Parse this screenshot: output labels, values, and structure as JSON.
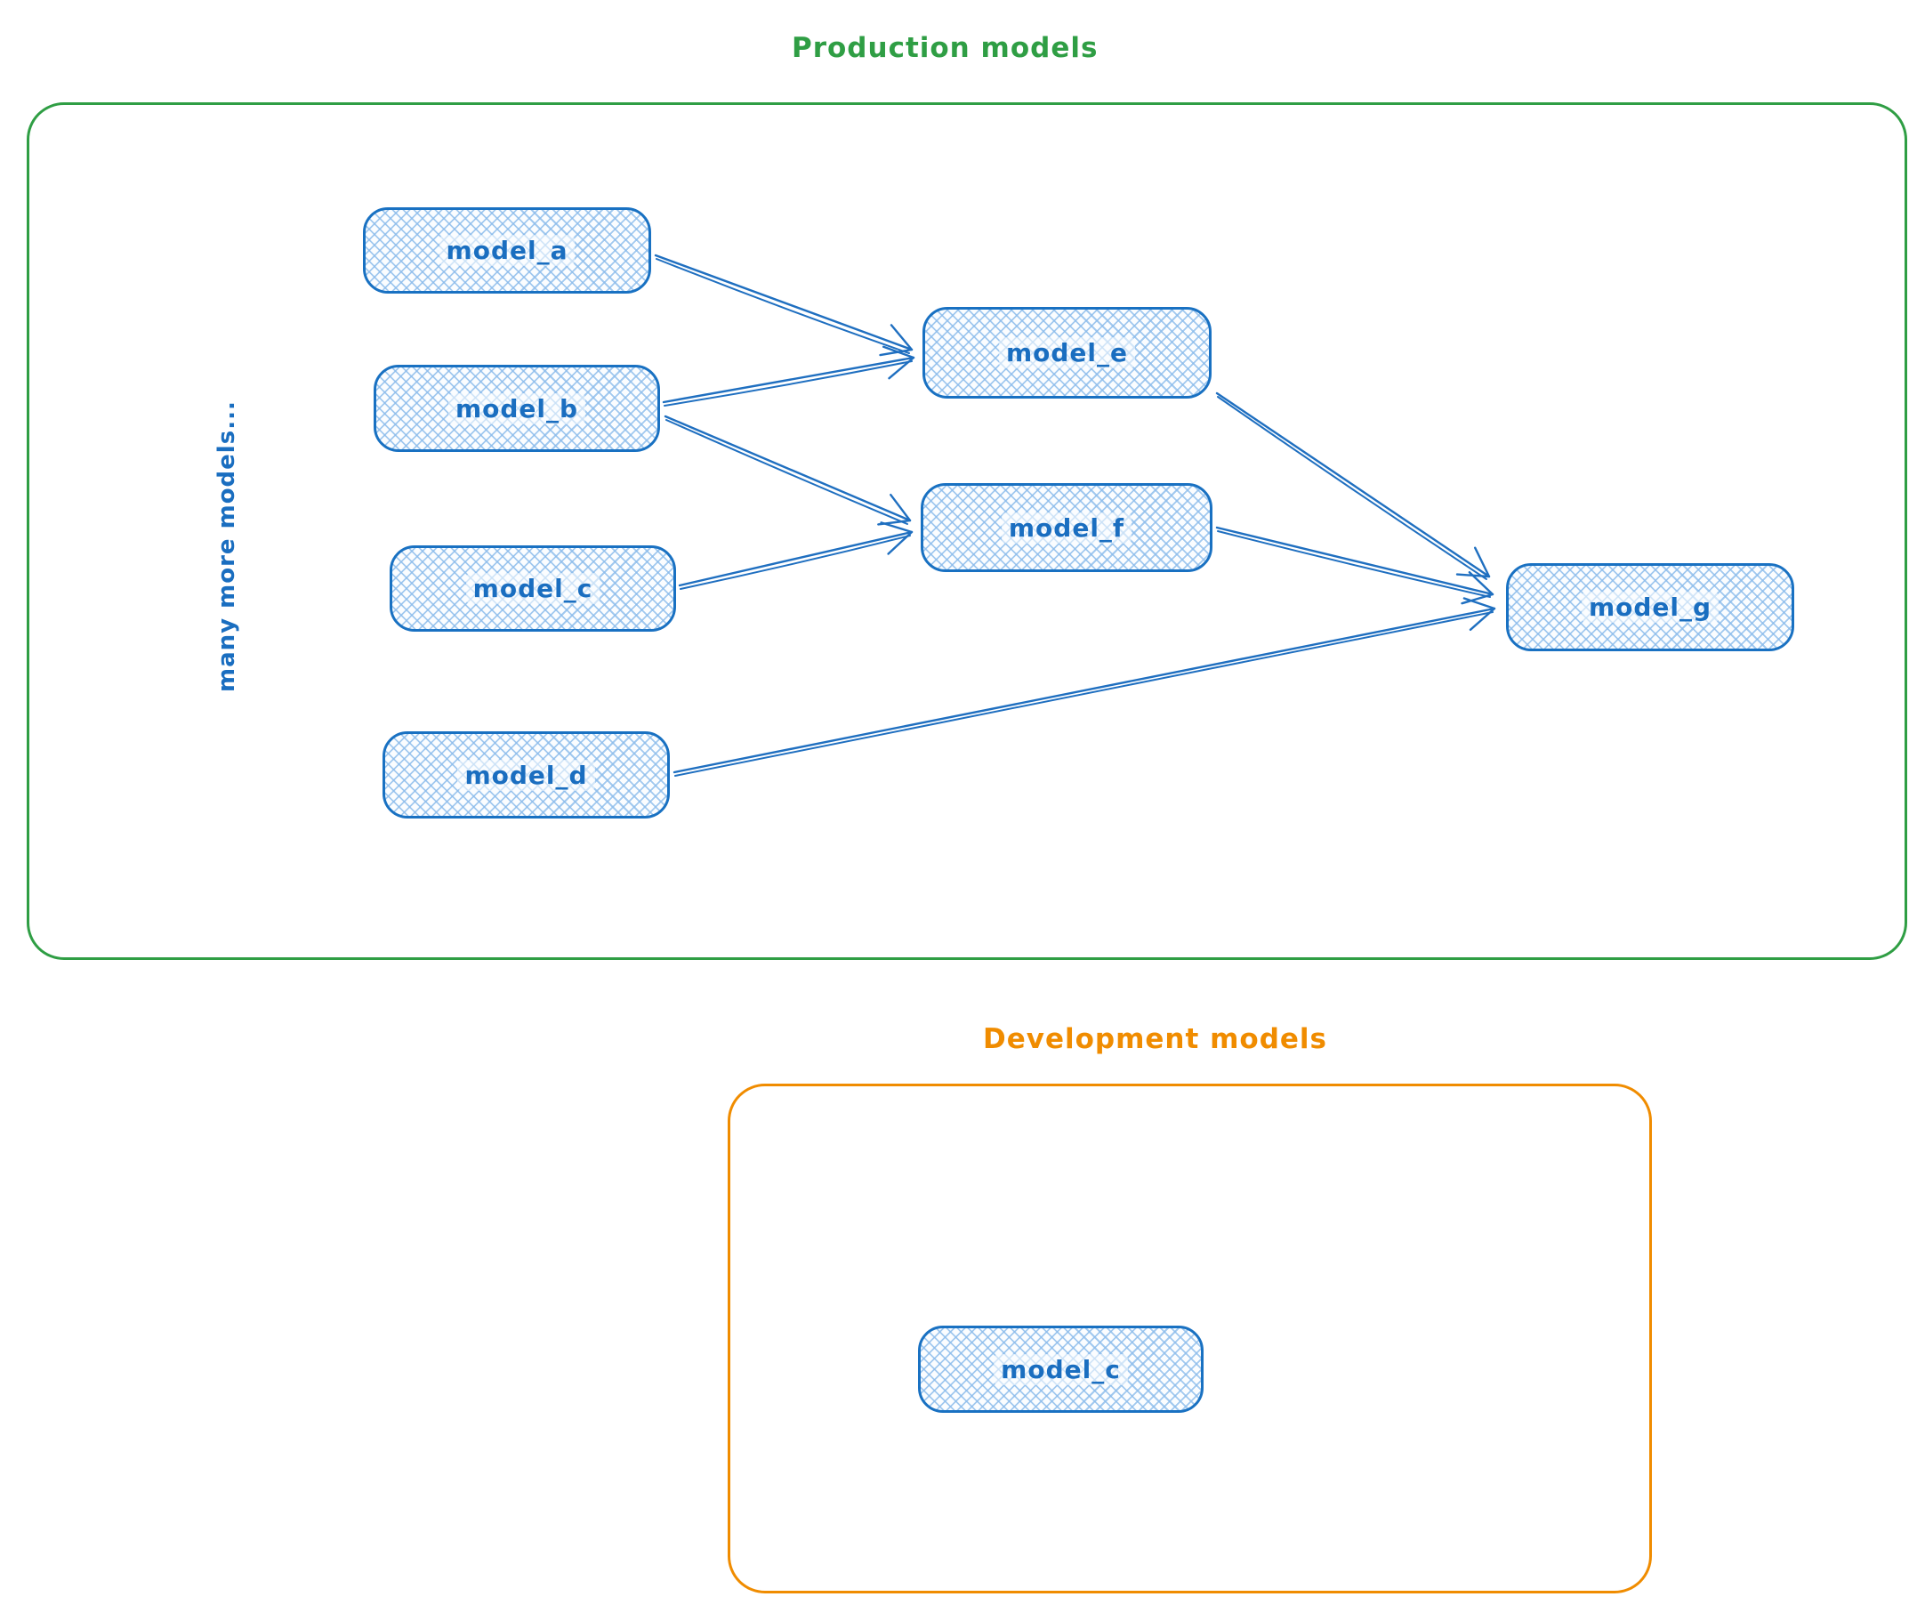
{
  "production": {
    "title": "Production models",
    "side_label": "many more models...",
    "nodes": [
      {
        "id": "model_a",
        "label": "model_a"
      },
      {
        "id": "model_b",
        "label": "model_b"
      },
      {
        "id": "model_c",
        "label": "model_c"
      },
      {
        "id": "model_d",
        "label": "model_d"
      },
      {
        "id": "model_e",
        "label": "model_e"
      },
      {
        "id": "model_f",
        "label": "model_f"
      },
      {
        "id": "model_g",
        "label": "model_g"
      }
    ],
    "edges": [
      {
        "from": "model_a",
        "to": "model_e"
      },
      {
        "from": "model_b",
        "to": "model_e"
      },
      {
        "from": "model_b",
        "to": "model_f"
      },
      {
        "from": "model_c",
        "to": "model_f"
      },
      {
        "from": "model_e",
        "to": "model_g"
      },
      {
        "from": "model_f",
        "to": "model_g"
      },
      {
        "from": "model_d",
        "to": "model_g"
      }
    ]
  },
  "development": {
    "title": "Development models",
    "nodes": [
      {
        "id": "model_c_dev",
        "label": "model_c"
      }
    ]
  },
  "colors": {
    "production_frame": "#2f9e44",
    "development_frame": "#f08c00",
    "node_border": "#1971c2",
    "node_fill_hatch": "#a5d8ff",
    "arrow": "#1f6fc0",
    "node_text": "#1a6ec0"
  }
}
